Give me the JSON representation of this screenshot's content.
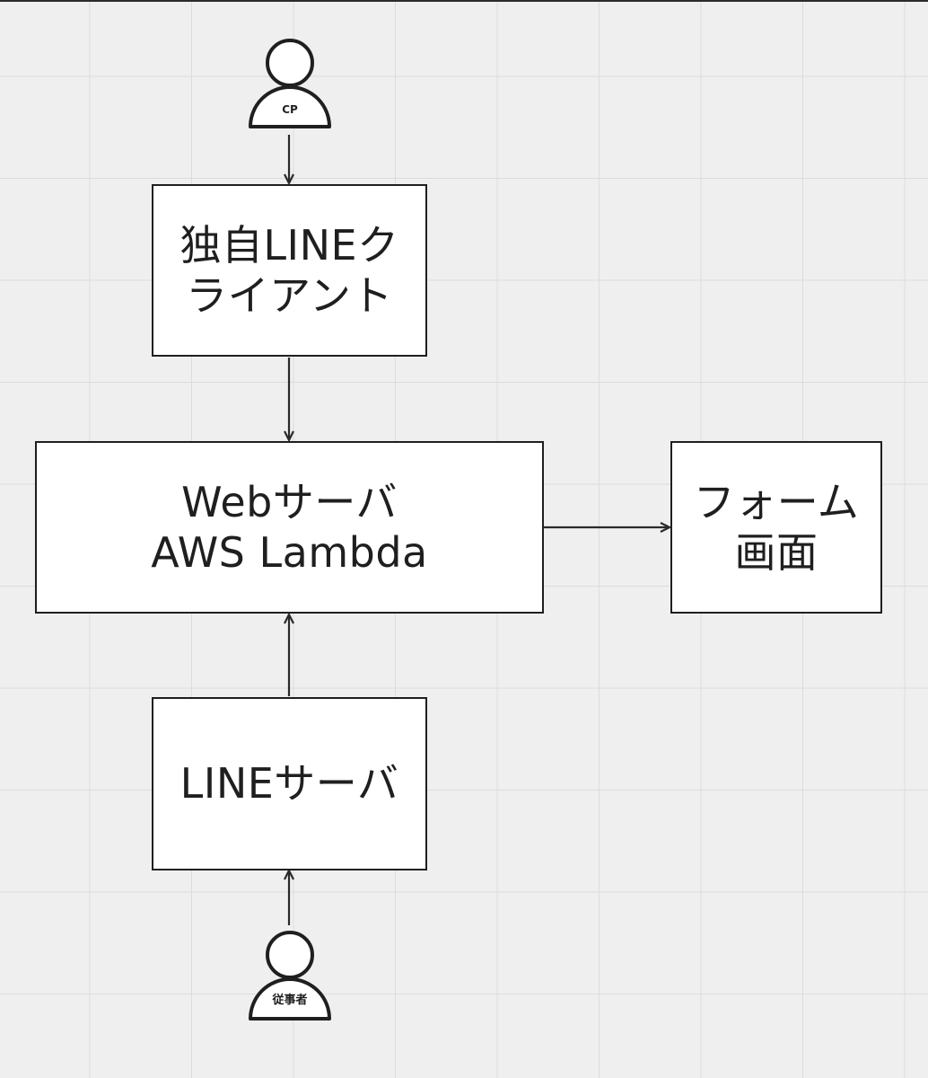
{
  "actors": {
    "cp": {
      "label": "CP"
    },
    "worker": {
      "label": "従事者"
    }
  },
  "nodes": {
    "line_client": {
      "label": "独自LINEク\nライアント"
    },
    "web_server": {
      "label": "Webサーバ\nAWS Lambda"
    },
    "form_screen": {
      "label": "フォーム\n画面"
    },
    "line_server": {
      "label": "LINEサーバ"
    }
  },
  "colors": {
    "background": "#efefef",
    "grid": "#dcdcdc",
    "stroke": "#1f1f1f",
    "box_fill": "#ffffff"
  }
}
